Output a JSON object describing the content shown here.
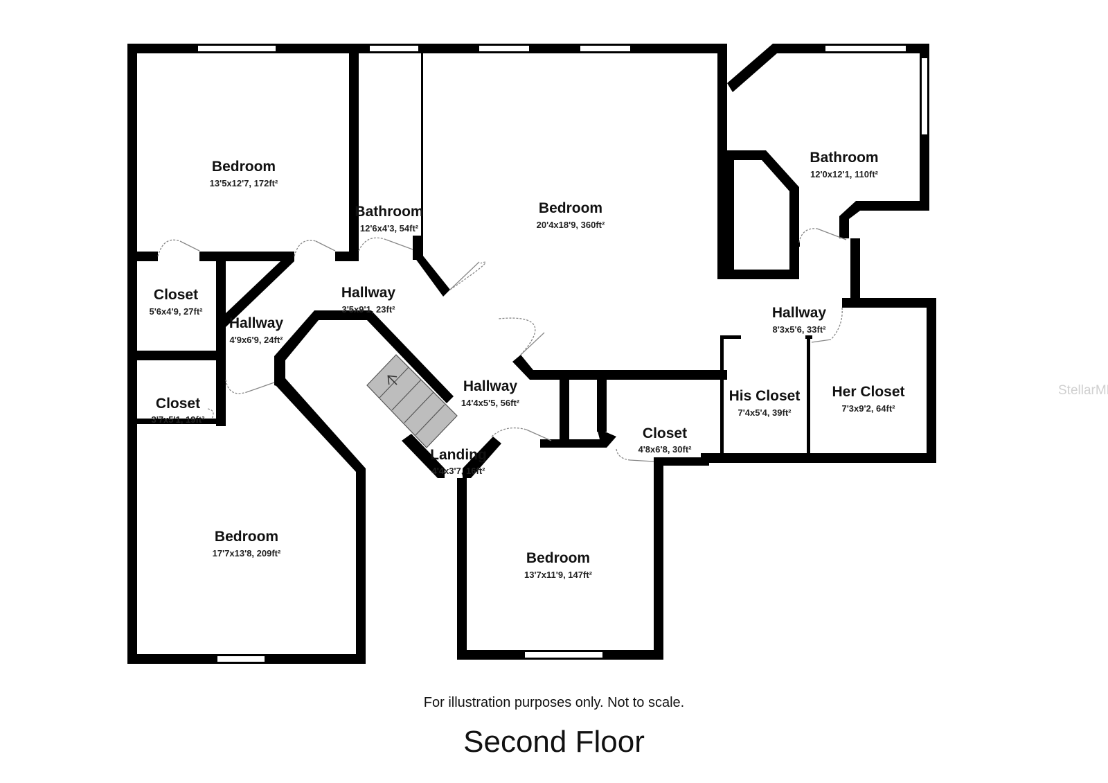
{
  "rooms": [
    {
      "name": "Bedroom",
      "dims": "13'5x12'7, 172ft²"
    },
    {
      "name": "Bathroom",
      "dims": "12'6x4'3, 54ft²"
    },
    {
      "name": "Bedroom",
      "dims": "20'4x18'9, 360ft²"
    },
    {
      "name": "Bathroom",
      "dims": "12'0x12'1, 110ft²"
    },
    {
      "name": "Closet",
      "dims": "5'6x4'9, 27ft²"
    },
    {
      "name": "Hallway",
      "dims": "3'5x9'1, 23ft²"
    },
    {
      "name": "Hallway",
      "dims": "4'9x6'9, 24ft²"
    },
    {
      "name": "Hallway",
      "dims": "8'3x5'6, 33ft²"
    },
    {
      "name": "Closet",
      "dims": "3'7x5'1, 19ft²"
    },
    {
      "name": "Hallway",
      "dims": "14'4x5'5, 56ft²"
    },
    {
      "name": "His Closet",
      "dims": "7'4x5'4, 39ft²"
    },
    {
      "name": "Her Closet",
      "dims": "7'3x9'2, 64ft²"
    },
    {
      "name": "Closet",
      "dims": "4'8x6'8, 30ft²"
    },
    {
      "name": "Landing",
      "dims": "4'4x3'7, 16ft²"
    },
    {
      "name": "Bedroom",
      "dims": "17'7x13'8, 209ft²"
    },
    {
      "name": "Bedroom",
      "dims": "13'7x11'9, 147ft²"
    }
  ],
  "note": "For illustration purposes only. Not to scale.",
  "floor_title": "Second Floor",
  "watermark": "StellarMLS",
  "colors": {
    "wall": "#000000",
    "stairs": "#bdbdbd",
    "door": "#888888"
  }
}
